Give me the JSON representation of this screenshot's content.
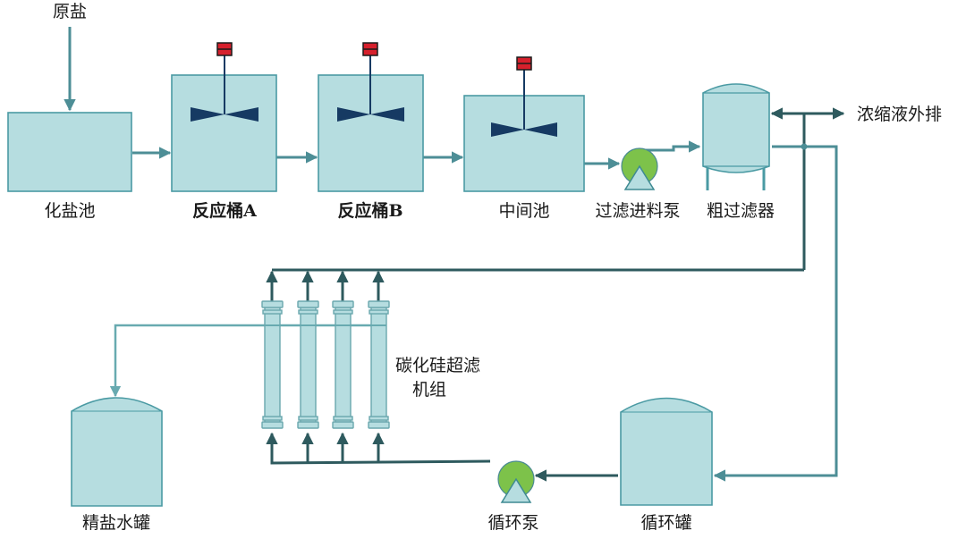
{
  "labels": {
    "raw_salt": "原盐",
    "dissolving_tank": "化盐池",
    "reactor_a": "反应桶A",
    "reactor_b": "反应桶B",
    "intermediate_tank": "中间池",
    "filter_feed_pump": "过滤进料泵",
    "coarse_filter": "粗过滤器",
    "concentrate_discharge": "浓缩液外排",
    "sic_uf_line1": "碳化硅超滤",
    "sic_uf_line2": "机组",
    "refined_brine_tank": "精盐水罐",
    "circulation_pump": "循环泵",
    "circulation_tank": "循环罐"
  },
  "colors": {
    "tank_fill": "#b6dde0",
    "tank_stroke": "#4a9aa3",
    "pipe_dark": "#2e5a5e",
    "pipe_medium": "#4d8e96",
    "pipe_light": "#68aab0",
    "agitator_blade": "#163a63",
    "motor": "#d6202c",
    "pump": "#7dc24a"
  }
}
